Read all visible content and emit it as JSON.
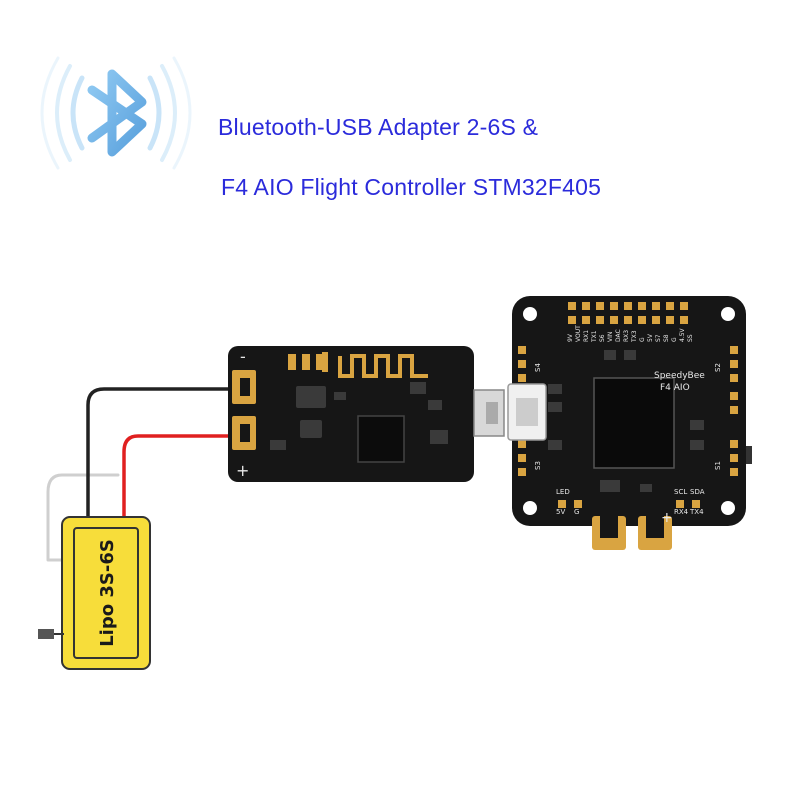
{
  "title": {
    "line1": "Bluetooth-USB Adapter 2-6S &",
    "line2": "F4 AIO Flight Controller STM32F405"
  },
  "battery": {
    "label": "Lipo 3S-6S"
  },
  "adapter": {
    "minus_label": "-",
    "plus_label": "+"
  },
  "flight_controller": {
    "brand": "SpeedyBee",
    "model": "F4 AIO",
    "pad_labels_top": [
      "9V",
      "VOUT",
      "RX1",
      "TX1",
      "S6",
      "VIN",
      "DAC",
      "RX3",
      "TX3",
      "G",
      "5V",
      "S7",
      "S8",
      "G",
      "4.5V",
      "SS"
    ],
    "pad_labels_side": [
      "S4",
      "S2",
      "S3",
      "S1"
    ],
    "pad_labels_bottom": [
      "LED",
      "5V",
      "G",
      "SCL",
      "SDA",
      "RX4",
      "TX4"
    ],
    "plus_label": "+"
  },
  "colors": {
    "title": "#2b2bdb",
    "pcb": "#161616",
    "gold": "#d9a441",
    "battery": "#f7dd3a",
    "wire_red": "#e02020",
    "wire_black": "#222222",
    "bluetooth": "#56a8e8"
  }
}
